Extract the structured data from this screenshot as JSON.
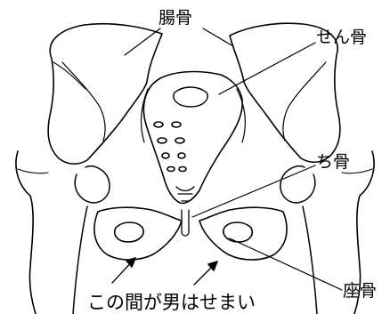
{
  "labels": {
    "choukotsu": "腸骨",
    "senkotsu": "せん骨",
    "chikotsu": "ち骨",
    "zakotsu": "座骨",
    "caption": "この間が男はせまい"
  },
  "colors": {
    "line": "#000000",
    "background": "#ffffff"
  }
}
